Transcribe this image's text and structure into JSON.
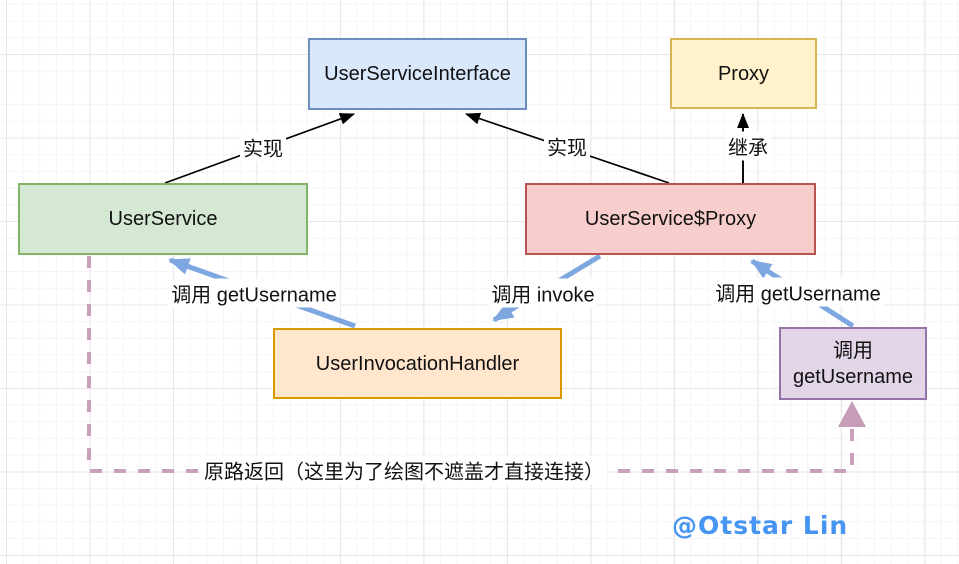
{
  "diagram": {
    "nodes": {
      "interface": {
        "label": "UserServiceInterface",
        "fill": "#dae8fc",
        "stroke": "#6c8ebf"
      },
      "proxy": {
        "label": "Proxy",
        "fill": "#fff2cc",
        "stroke": "#d6b656"
      },
      "user_service": {
        "label": "UserService",
        "fill": "#d5e8d4",
        "stroke": "#82b366"
      },
      "user_service_proxy": {
        "label": "UserService$Proxy",
        "fill": "#f8cecc",
        "stroke": "#b85450"
      },
      "invocation_handler": {
        "label": "UserInvocationHandler",
        "fill": "#ffe6cc",
        "stroke": "#d79b00"
      },
      "call_get_username": {
        "line1": "调用",
        "line2": "getUsername",
        "fill": "#e1d5e7",
        "stroke": "#9673a6"
      }
    },
    "edges": {
      "implements_left": {
        "label": "实现",
        "from": "UserService",
        "to": "UserServiceInterface",
        "color": "#000000"
      },
      "implements_right": {
        "label": "实现",
        "from": "UserService$Proxy",
        "to": "UserServiceInterface",
        "color": "#000000"
      },
      "extends": {
        "label": "继承",
        "from": "UserService$Proxy",
        "to": "Proxy",
        "color": "#000000"
      },
      "call_get_username_left": {
        "label": "调用 getUsername",
        "from": "UserInvocationHandler",
        "to": "UserService",
        "color": "#7ea6e0"
      },
      "call_invoke": {
        "label": "调用 invoke",
        "from": "UserService$Proxy",
        "to": "UserInvocationHandler",
        "color": "#7ea6e0"
      },
      "call_get_username_right": {
        "label": "调用 getUsername",
        "from": "调用 getUsername",
        "to": "UserService$Proxy",
        "color": "#7ea6e0"
      },
      "return_path": {
        "label": "原路返回（这里为了绘图不遮盖才直接连接）",
        "from": "UserService",
        "to": "调用 getUsername",
        "color": "#cba0bb",
        "style": "dashed"
      }
    },
    "watermark": {
      "text": "@Otstar Lin",
      "color": "#4695f2"
    }
  }
}
